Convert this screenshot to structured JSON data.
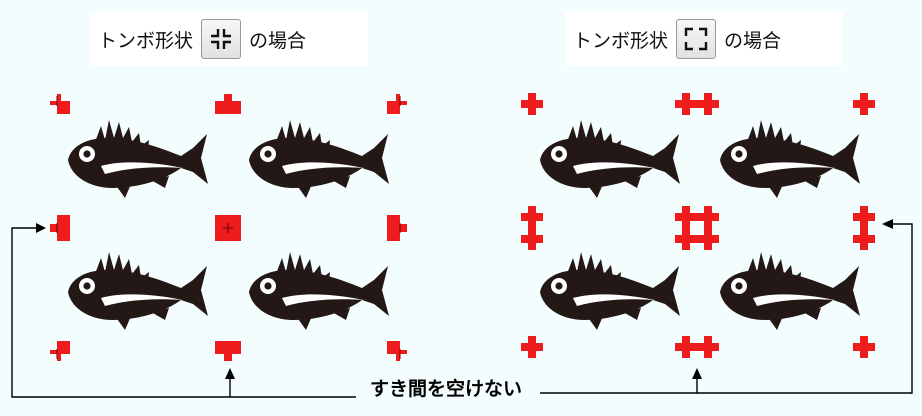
{
  "left_caption": {
    "text_before": "トンボ形状",
    "text_after": "の場合",
    "icon": "inner-corner-marks-icon"
  },
  "right_caption": {
    "text_before": "トンボ形状",
    "text_after": "の場合",
    "icon": "outer-corner-marks-icon"
  },
  "note": "すき間を空けない",
  "colors": {
    "mark": "#ee1c1c",
    "fish": "#231815",
    "arrow": "#000000",
    "background": "#f4fdfd"
  }
}
